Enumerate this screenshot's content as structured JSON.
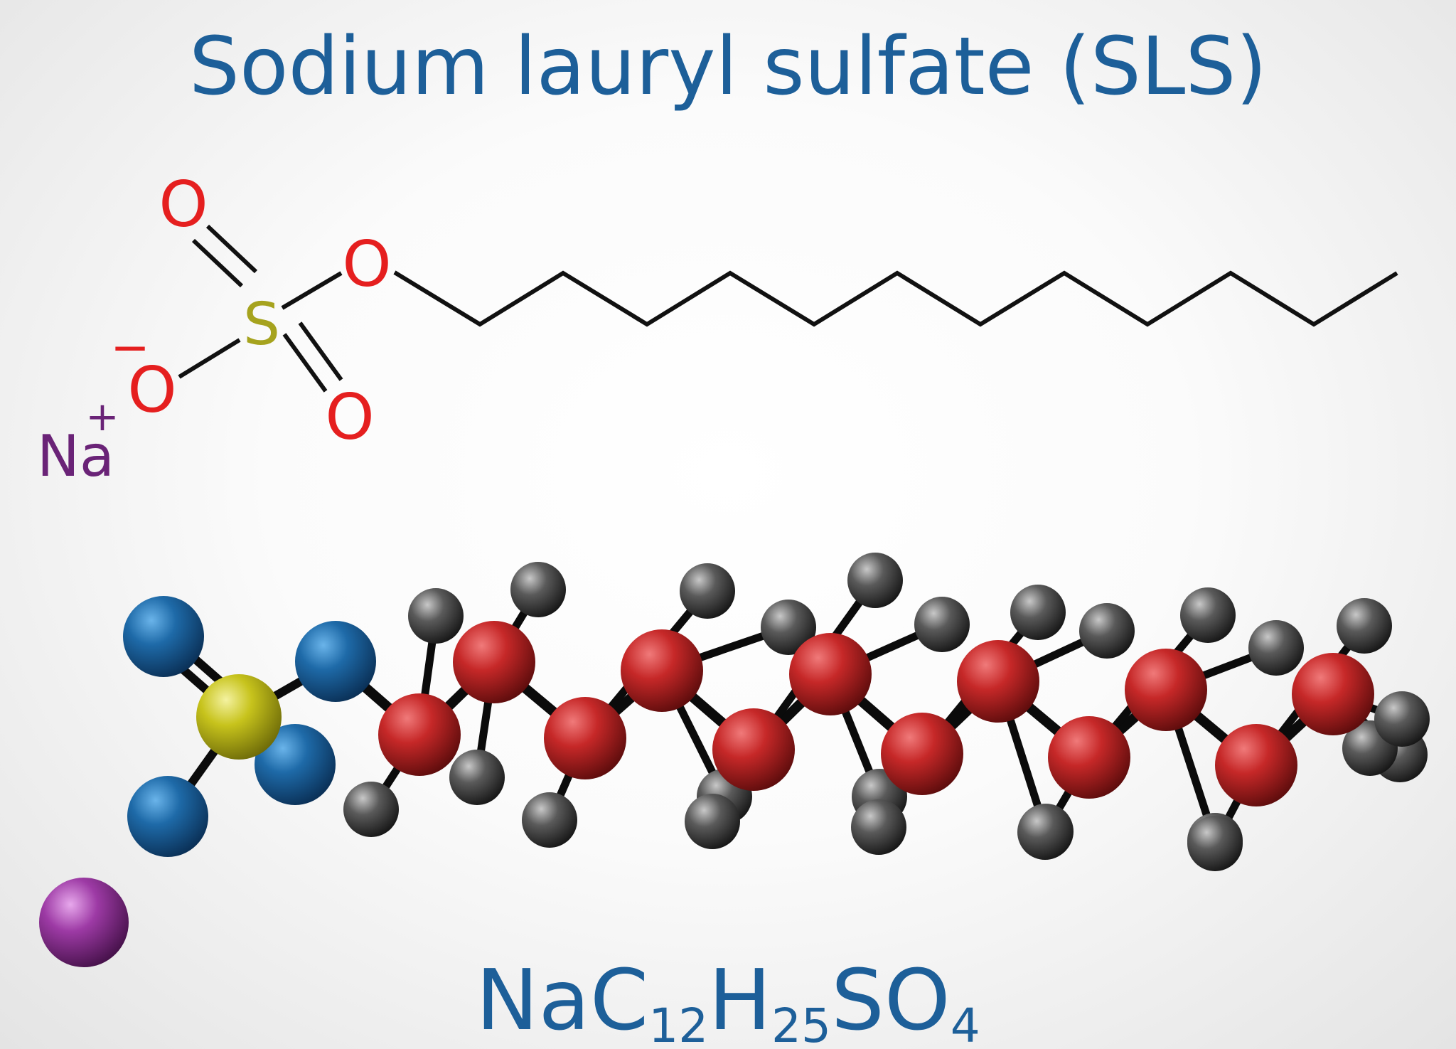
{
  "title": "Sodium lauryl sulfate (SLS)",
  "colors": {
    "title": "#1d5f99",
    "oxygen_label": "#e51f1f",
    "sulfur_label": "#a6a31e",
    "sodium_label": "#6a2377",
    "bond": "#111111",
    "carbon_atom": "#b31d1d",
    "hydrogen_atom": "#555555",
    "oxygen_atom": "#1e6aa8",
    "sulfur_atom": "#c7c31c",
    "sodium_atom": "#9d3aa5",
    "formula": "#1d5f99"
  },
  "structural": {
    "atoms": {
      "oxygen_top": "O",
      "oxygen_ester": "O",
      "sulfur": "S",
      "oxygen_anion": "O",
      "oxygen_bottom": "O",
      "sodium": "Na"
    },
    "charges": {
      "anion": "−",
      "cation": "+"
    }
  },
  "formula": {
    "na": "Na",
    "c": "C",
    "c_count": "12",
    "h": "H",
    "h_count": "25",
    "so": "SO",
    "o_count": "4"
  }
}
